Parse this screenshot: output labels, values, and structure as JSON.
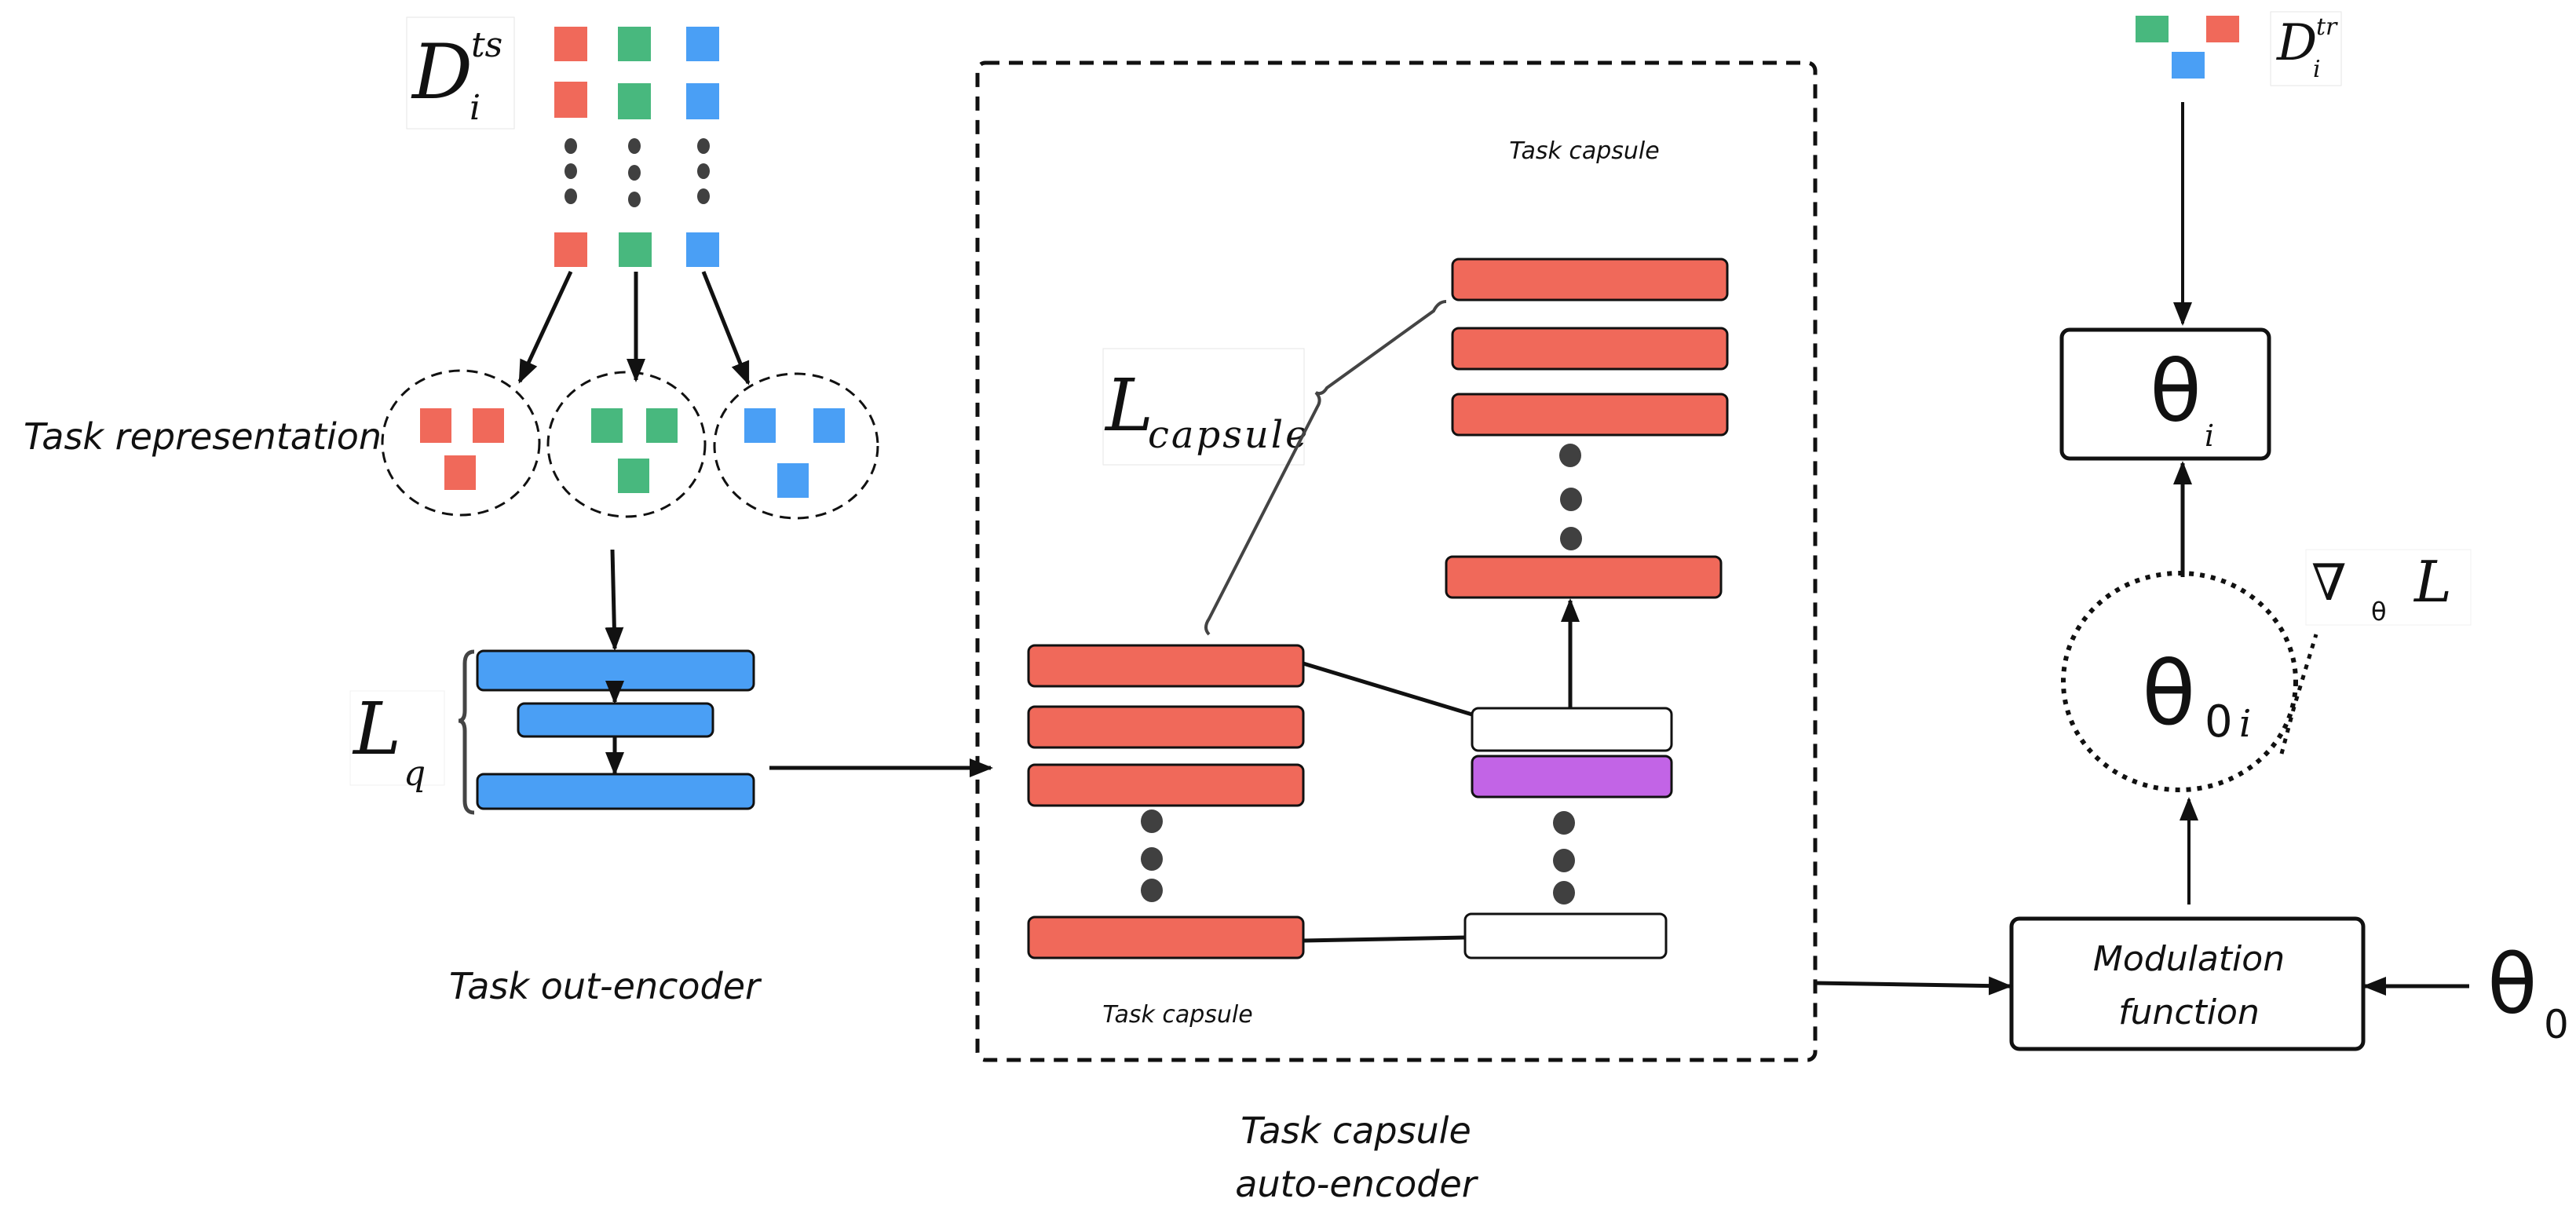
{
  "colors": {
    "red": "#F0695A",
    "green": "#48B87E",
    "blue": "#4A9FF5",
    "purple": "#C264E6",
    "dot": "#404040",
    "stroke": "#111111"
  },
  "test_set": {
    "symbol": "D",
    "superscript": "ts",
    "subscript": "i"
  },
  "task_representation": {
    "label": "Task representation"
  },
  "task_out_encoder": {
    "label": "Task out-encoder",
    "loss_symbol": "L",
    "loss_subscript": "q"
  },
  "task_capsule_autoencoder": {
    "title_line1": "Task capsule",
    "title_line2": "auto-encoder",
    "top_label": "Task capsule",
    "bottom_label": "Task capsule",
    "loss_symbol": "L",
    "loss_subscript": "capsule"
  },
  "train_set": {
    "symbol": "D",
    "superscript": "tr",
    "subscript": "i"
  },
  "theta_i": {
    "symbol": "θ",
    "subscript": "i"
  },
  "theta_0i": {
    "symbol": "θ",
    "subscript": "0",
    "subscript2": "i"
  },
  "gradient": {
    "nabla": "∇",
    "subscript": "θ",
    "symbol": "L"
  },
  "modulation": {
    "line1": "Modulation",
    "line2": "function"
  },
  "theta_0": {
    "symbol": "θ",
    "subscript": "0"
  }
}
